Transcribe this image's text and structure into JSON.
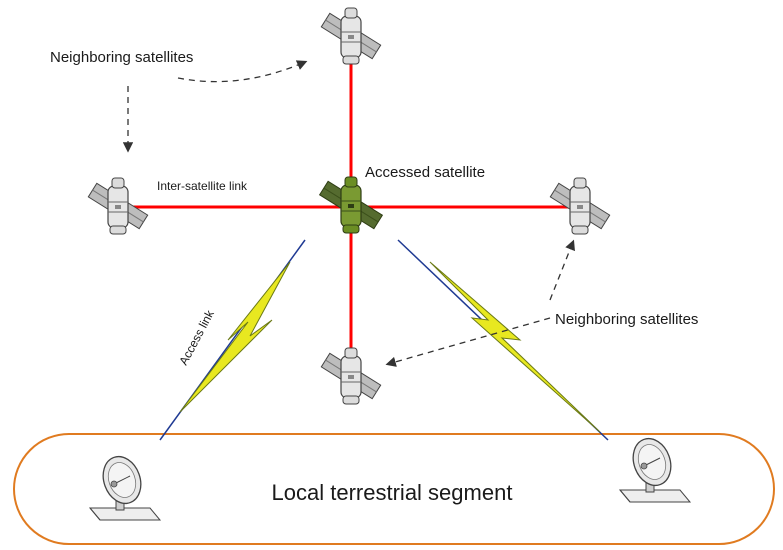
{
  "labels": {
    "neighboring_top": "Neighboring satellites",
    "neighboring_right": "Neighboring satellites",
    "inter_satellite_link": "Inter-satellite link",
    "accessed_satellite": "Accessed satellite",
    "access_link": "Access link",
    "local_segment": "Local terrestrial segment"
  },
  "colors": {
    "inter_satellite_link": "#ff0000",
    "access_link_line": "#1f3a93",
    "lightning_fill": "#e8e820",
    "lightning_stroke": "#6b7a16",
    "accessed_satellite": "#6b8e23",
    "neighbor_satellite": "#d4d4d4",
    "segment_outline": "#e07b20"
  },
  "icons": {
    "accessed": "satellite-icon",
    "neighbors": "satellite-icon",
    "ground": "satellite-dish-icon"
  }
}
